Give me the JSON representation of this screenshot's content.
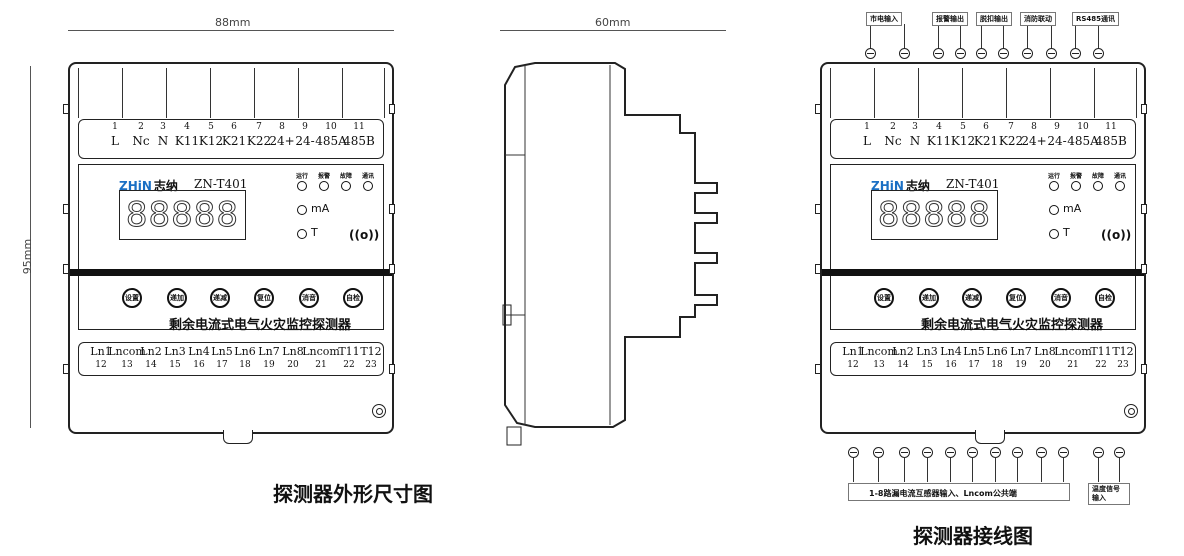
{
  "dimensions": {
    "width": "88mm",
    "height": "95mm",
    "depth": "60mm"
  },
  "device": {
    "brand_latin": "ZHiN",
    "brand_cn": "志纳",
    "model": "ZN-T401",
    "display": "88888",
    "top_terminals": [
      {
        "num": "1",
        "label": "L"
      },
      {
        "num": "2",
        "label": "Nc"
      },
      {
        "num": "3",
        "label": "N"
      },
      {
        "num": "4",
        "label": "K11"
      },
      {
        "num": "5",
        "label": "K12"
      },
      {
        "num": "6",
        "label": "K21"
      },
      {
        "num": "7",
        "label": "K22"
      },
      {
        "num": "8",
        "label": "24+"
      },
      {
        "num": "9",
        "label": "24-"
      },
      {
        "num": "10",
        "label": "485A"
      },
      {
        "num": "11",
        "label": "485B"
      }
    ],
    "bottom_terminals": [
      {
        "num": "12",
        "label": "Ln1"
      },
      {
        "num": "13",
        "label": "Lncom"
      },
      {
        "num": "14",
        "label": "Ln2"
      },
      {
        "num": "15",
        "label": "Ln3"
      },
      {
        "num": "16",
        "label": "Ln4"
      },
      {
        "num": "17",
        "label": "Ln5"
      },
      {
        "num": "18",
        "label": "Ln6"
      },
      {
        "num": "19",
        "label": "Ln7"
      },
      {
        "num": "20",
        "label": "Ln8"
      },
      {
        "num": "21",
        "label": "Lncom"
      },
      {
        "num": "22",
        "label": "T11"
      },
      {
        "num": "23",
        "label": "T12"
      }
    ],
    "indicators": [
      "运行",
      "报警",
      "故障",
      "通讯"
    ],
    "unit_leds": [
      "mA",
      "T"
    ],
    "buttons": [
      "设置",
      "递加",
      "递减",
      "复位",
      "消音",
      "自检"
    ],
    "product_name": "剩余电流式电气火灾监控探测器"
  },
  "wiring": {
    "top_groups": [
      "市电输入",
      "报警输出",
      "脱扣输出",
      "消防联动",
      "RS485通讯"
    ],
    "bottom_groups": [
      "1-8路漏电流互感器输入、Lncom公共端",
      "温度信号输入"
    ]
  },
  "captions": {
    "outline": "探测器外形尺寸图",
    "wiring": "探测器接线图"
  }
}
